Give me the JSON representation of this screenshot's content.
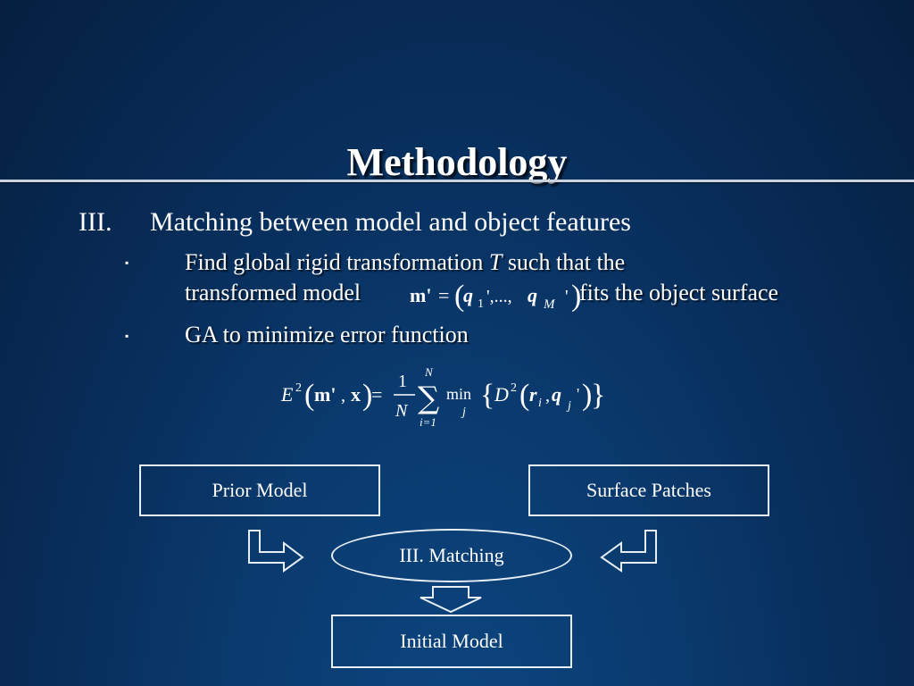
{
  "slide": {
    "title": "Methodology",
    "section_number": "III.",
    "section_title": "Matching between model and object features",
    "bullet1": {
      "line1_before": "Find global rigid transformation ",
      "line1_T": "T",
      "line1_after": " such that the",
      "line2_before": "transformed model",
      "line2_after": "fits the object surface"
    },
    "bullet2": "GA to minimize error function"
  },
  "eq1": {
    "m_prime": "m'",
    "equals": "=",
    "q": "q",
    "sub1": "1",
    "prime_dots": "',...,",
    "subM": "M",
    "prime": "'"
  },
  "eq2": {
    "E": "E",
    "exp2": "2",
    "m_prime": "m'",
    "comma": ",",
    "x": "x",
    "equals": "=",
    "one": "1",
    "N": "N",
    "sum_top": "N",
    "sum_bottom": "i=1",
    "min": "min",
    "min_sub": "j",
    "D": "D",
    "r": "r",
    "sub_i": "i",
    "q": "q",
    "sub_j": "j",
    "prime": "'"
  },
  "diagram": {
    "prior_model": "Prior Model",
    "surface_patches": "Surface Patches",
    "matching": "III. Matching",
    "initial_model": "Initial Model"
  },
  "colors": {
    "background_dark": "#061f40",
    "background_light": "#0c4680",
    "text": "#ffffff",
    "outline": "#e8eef5"
  }
}
